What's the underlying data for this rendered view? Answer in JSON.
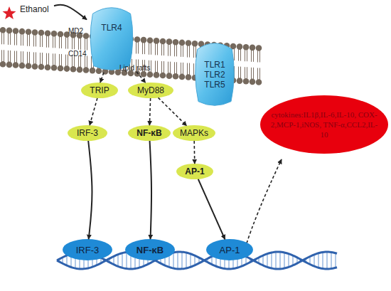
{
  "diagram": {
    "nodes": [
      {
        "text": [
          "Ethanol"
        ]
      },
      {
        "text": [
          "TLR4"
        ]
      },
      {
        "text": [
          "TLR1 TLR2 TLR5"
        ]
      },
      {
        "text": [
          "TRIP"
        ]
      },
      {
        "text": [
          "MyD88"
        ]
      },
      {
        "text": [
          "IRF-3"
        ]
      },
      {
        "text": [
          "NF-κB"
        ]
      },
      {
        "text": [
          "MAPKs"
        ]
      },
      {
        "text": [
          "AP-1"
        ]
      },
      {
        "text": [
          "IRF-3"
        ]
      },
      {
        "text": [
          "NF-κB"
        ]
      },
      {
        "text": [
          "AP-1"
        ]
      },
      {
        "text": [
          "cytokines:IL1β,IL-6,IL-10, COX-2,MCP-1,iNOS, TNF-α,CCL2,IL-10"
        ]
      }
    ],
    "edges": [
      {
        "from": 0,
        "to": 1,
        "arrow": "to"
      },
      {
        "from": 1,
        "to": 3,
        "arrow": "to"
      },
      {
        "from": 1,
        "to": 4,
        "arrow": "to"
      },
      {
        "from": 3,
        "to": 5,
        "arrow": "to"
      },
      {
        "from": 4,
        "to": 6,
        "arrow": "to"
      },
      {
        "from": 4,
        "to": 7,
        "arrow": "to"
      },
      {
        "from": 7,
        "to": 8,
        "arrow": "to"
      },
      {
        "from": 5,
        "to": 9,
        "arrow": "to"
      },
      {
        "from": 6,
        "to": 10,
        "arrow": "to"
      },
      {
        "from": 8,
        "to": 11,
        "arrow": "to"
      }
    ],
    "labels": [
      "MD2",
      "CD14",
      "Lipid rafts"
    ]
  }
}
